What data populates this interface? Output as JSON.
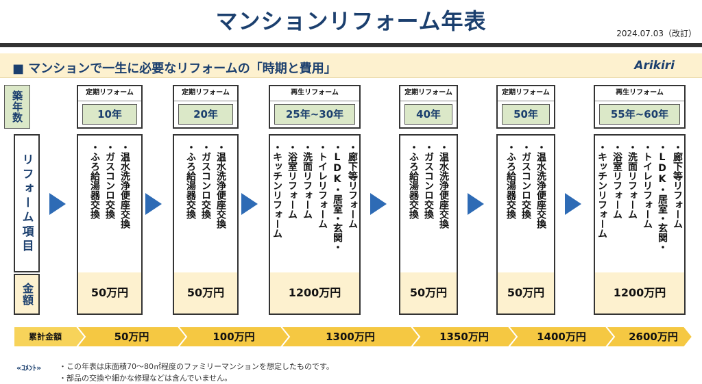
{
  "title": "マンションリフォーム年表",
  "date": "2024.07.03（改訂）",
  "subtitle": "■ マンションで一生に必要なリフォームの「時期と費用」",
  "brand": "Arikiri",
  "labels": {
    "age": "築年数",
    "items": "リフォーム項目",
    "cost": "金額"
  },
  "columns": [
    {
      "kind": "定期リフォーム",
      "age": "10年",
      "items": [
        "・温水洗浄便座交換",
        "・ガスコンロ交換",
        "・ふろ給湯器交換"
      ],
      "cost": "50万円"
    },
    {
      "kind": "定期リフォーム",
      "age": "20年",
      "items": [
        "・温水洗浄便座交換",
        "・ガスコンロ交換",
        "・ふろ給湯器交換"
      ],
      "cost": "50万円"
    },
    {
      "kind": "再生リフォーム",
      "age": "25年~30年",
      "items": [
        "・廊下等リフォーム",
        "・LDK・居室・玄関・",
        "・トイレリフォーム",
        "・洗面リフォーム",
        "・浴室リフォーム",
        "・キッチンリフォーム"
      ],
      "cost": "1200万円"
    },
    {
      "kind": "定期リフォーム",
      "age": "40年",
      "items": [
        "・温水洗浄便座交換",
        "・ガスコンロ交換",
        "・ふろ給湯器交換"
      ],
      "cost": "50万円"
    },
    {
      "kind": "定期リフォーム",
      "age": "50年",
      "items": [
        "・温水洗浄便座交換",
        "・ガスコンロ交換",
        "・ふろ給湯器交換"
      ],
      "cost": "50万円"
    },
    {
      "kind": "再生リフォーム",
      "age": "55年~60年",
      "items": [
        "・廊下等リフォーム",
        "・LDK・居室・玄関・",
        "・トイレリフォーム",
        "・洗面リフォーム",
        "・浴室リフォーム",
        "・キッチンリフォーム"
      ],
      "cost": "1200万円"
    }
  ],
  "cumulative": {
    "label": "累計金額",
    "values": [
      "50万円",
      "100万円",
      "1300万円",
      "1350万円",
      "1400万円",
      "2600万円"
    ]
  },
  "comment": {
    "key": "«ｺﾒﾝﾄ»",
    "lines": [
      "・この年表は床面積70～80㎡程度のファミリーマンションを想定したものです。",
      "・部品の交換や細かな修理などは含んでいません。"
    ]
  },
  "colors": {
    "navy": "#1b3f6e",
    "green": "#dbe8c8",
    "cream": "#fdf1cf",
    "arrow": "#2e6bb5",
    "gold": "#f5c842"
  }
}
